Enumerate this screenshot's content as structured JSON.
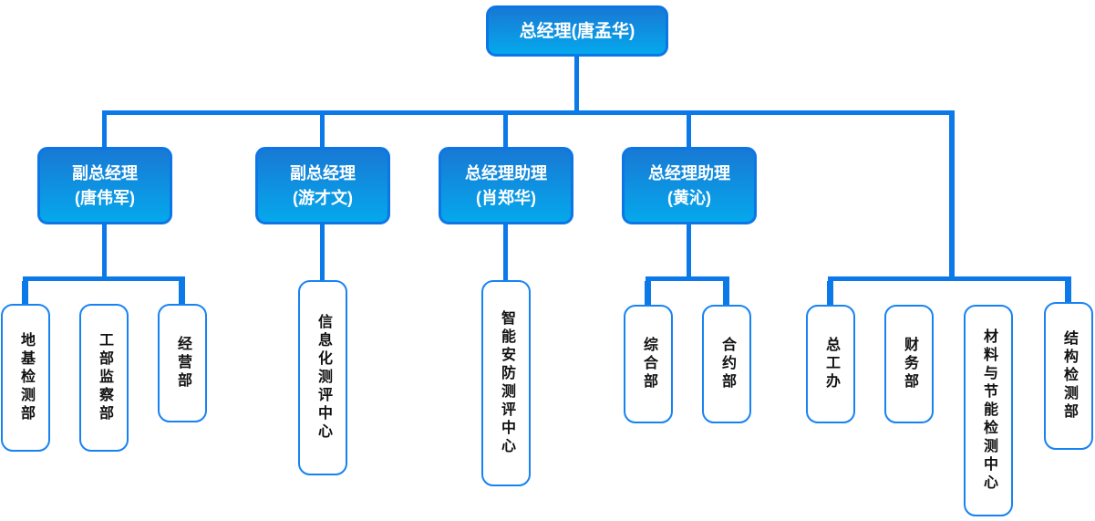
{
  "org": {
    "root": {
      "label": "总经理(唐孟华)"
    },
    "branches": [
      {
        "manager": {
          "role": "副总经理",
          "name": "(唐伟军)"
        },
        "children": [
          {
            "label": "地基检测部"
          },
          {
            "label": "工部监察部"
          },
          {
            "label": "经营部"
          }
        ]
      },
      {
        "manager": {
          "role": "副总经理",
          "name": "(游才文)"
        },
        "children": [
          {
            "label": "信息化测评中心"
          }
        ]
      },
      {
        "manager": {
          "role": "总经理助理",
          "name": "(肖郑华)"
        },
        "children": [
          {
            "label": "智能安防测评中心"
          }
        ]
      },
      {
        "manager": {
          "role": "总经理助理",
          "name": "(黄沁)"
        },
        "children": [
          {
            "label": "综合部"
          },
          {
            "label": "合约部"
          }
        ]
      }
    ],
    "root_direct": [
      {
        "label": "总工办"
      },
      {
        "label": "财务部"
      },
      {
        "label": "材料与节能检测中心"
      },
      {
        "label": "结构检测部"
      }
    ],
    "colors": {
      "node_gradient_top": "#1879d4",
      "node_gradient_bottom": "#05a8ec",
      "node_border": "#0d76e6",
      "node_text": "#ffffff",
      "connector": "#0b79e8",
      "dept_border": "#1783f2",
      "dept_text": "#111111",
      "background": "#ffffff"
    }
  }
}
